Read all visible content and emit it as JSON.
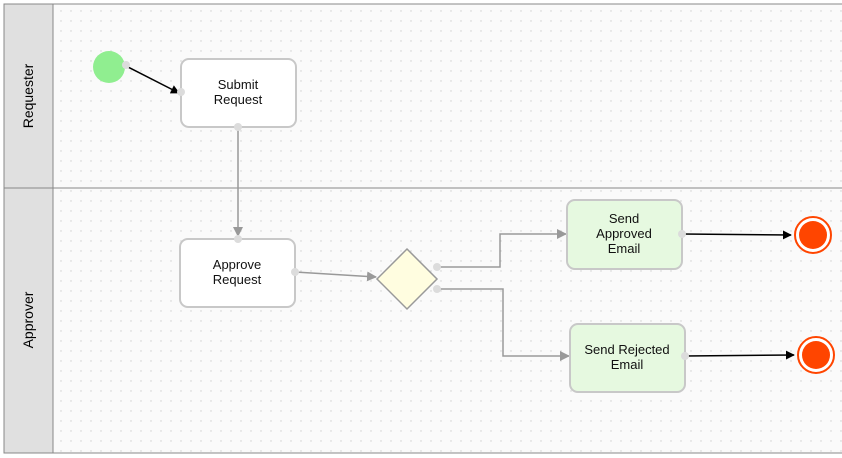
{
  "diagram": {
    "lanes": [
      {
        "id": "requester",
        "label": "Requester"
      },
      {
        "id": "approver",
        "label": "Approver"
      }
    ],
    "tasks": [
      {
        "id": "submit",
        "lines": [
          "Submit",
          "Request"
        ]
      },
      {
        "id": "approve",
        "lines": [
          "Approve",
          "Request"
        ]
      },
      {
        "id": "send-approved",
        "lines": [
          "Send",
          "Approved",
          "Email"
        ]
      },
      {
        "id": "send-rejected",
        "lines": [
          "Send Rejected",
          "Email"
        ]
      }
    ],
    "colors": {
      "lane_header_bg": "#e0e0e0",
      "lane_border": "#888888",
      "canvas_bg": "#fafafa",
      "grid_dot": "#d0d0d0",
      "task_fill": "#ffffff",
      "task_stroke": "#c8c8c8",
      "email_task_fill": "#e6f9e0",
      "start_event": "#90ee90",
      "end_event": "#ff4500",
      "gateway_fill": "#fffde0",
      "gateway_stroke": "#999999",
      "connector_grey": "#999999",
      "connector_black": "#000000",
      "port_dot": "#dcdcdc"
    }
  }
}
